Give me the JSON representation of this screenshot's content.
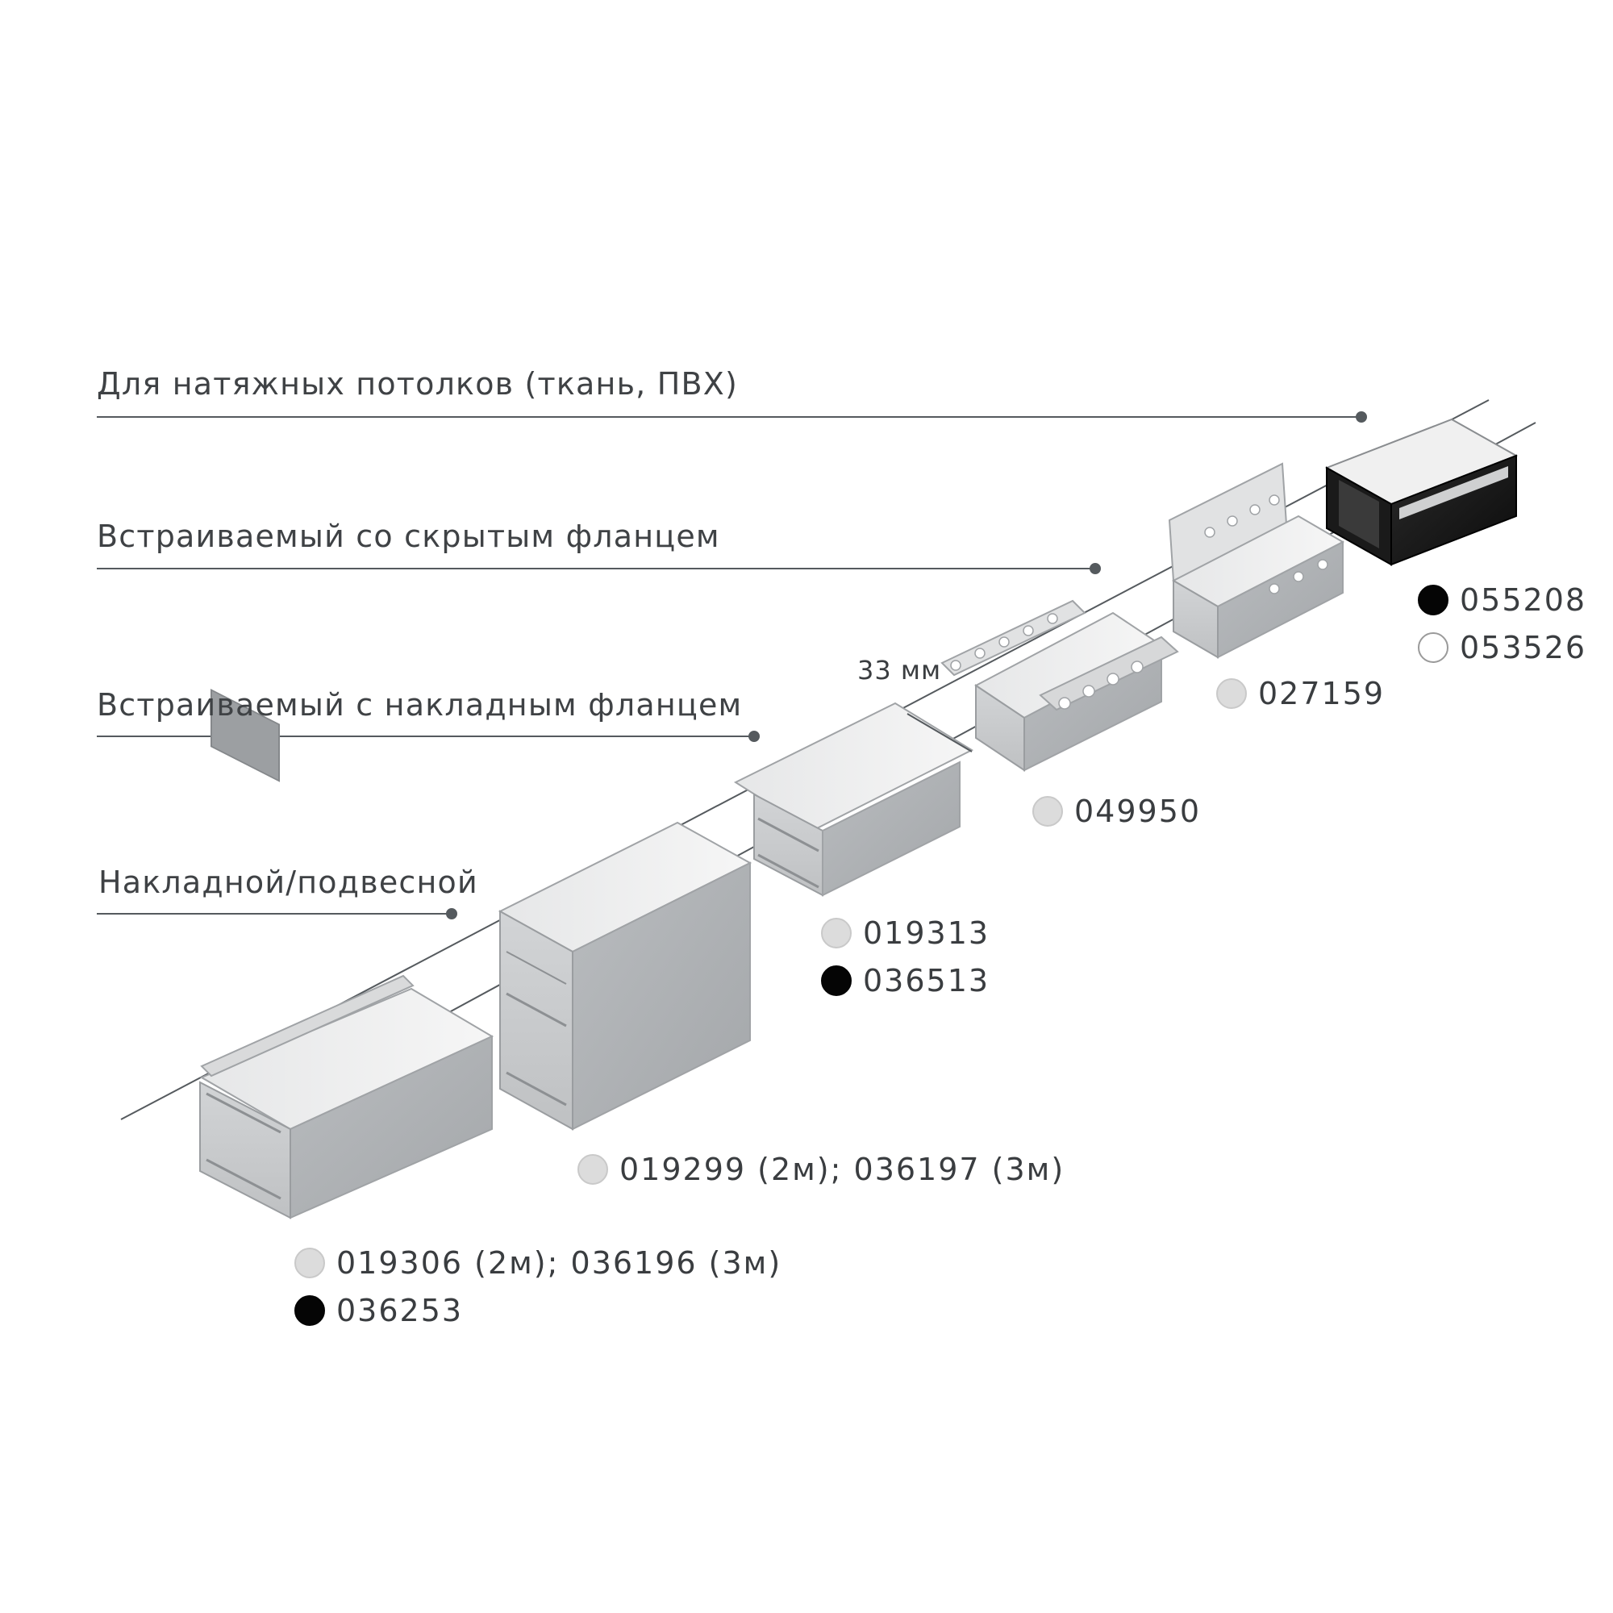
{
  "colors": {
    "silver": "#dcdcdc",
    "black": "#050505",
    "white": "#ffffff",
    "text": "#3a3d40",
    "line": "#555a5e"
  },
  "categories": [
    {
      "id": "stretch",
      "label": "Для натяжных потолков (ткань, ПВХ)"
    },
    {
      "id": "hidden_flange",
      "label": "Встраиваемый со скрытым фланцем"
    },
    {
      "id": "overlay_flange",
      "label": "Встраиваемый с накладным фланцем"
    },
    {
      "id": "surface",
      "label": "Накладной/подвесной"
    }
  ],
  "dimension": {
    "label": "33 мм"
  },
  "products": [
    {
      "id": "p1",
      "codes": [
        {
          "swatch": "silver",
          "text": "019306 (2м); 036196 (3м)"
        },
        {
          "swatch": "black",
          "text": "036253"
        }
      ]
    },
    {
      "id": "p2",
      "codes": [
        {
          "swatch": "silver",
          "text": "019299 (2м); 036197 (3м)"
        }
      ]
    },
    {
      "id": "p3",
      "codes": [
        {
          "swatch": "silver",
          "text": "019313"
        },
        {
          "swatch": "black",
          "text": "036513"
        }
      ]
    },
    {
      "id": "p4",
      "codes": [
        {
          "swatch": "silver",
          "text": "049950"
        }
      ]
    },
    {
      "id": "p5",
      "codes": [
        {
          "swatch": "silver",
          "text": "027159"
        }
      ]
    },
    {
      "id": "p6",
      "codes": [
        {
          "swatch": "black",
          "text": "055208"
        },
        {
          "swatch": "white",
          "text": "053526"
        }
      ]
    }
  ]
}
